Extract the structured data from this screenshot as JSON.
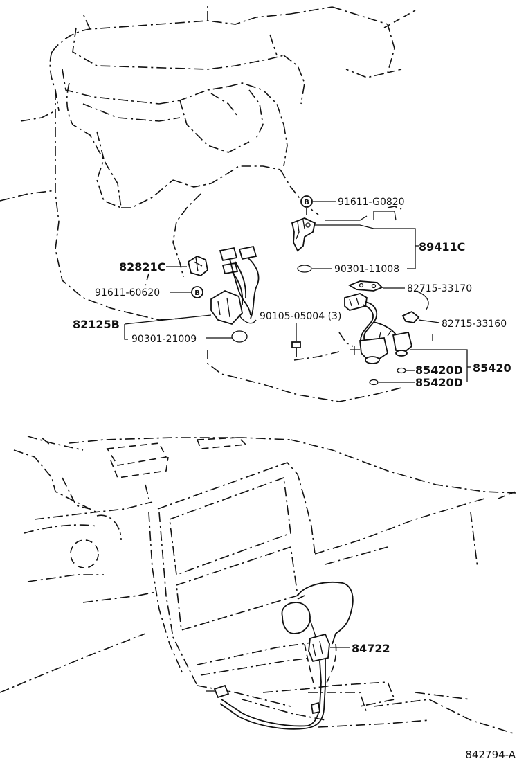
{
  "diagram": {
    "reference": "842794-A",
    "labels": {
      "p91611_G0820": "91611-G0820",
      "p89411C": "89411C",
      "p90301_11008": "90301-11008",
      "p82715_33170": "82715-33170",
      "p82715_33160": "82715-33160",
      "p82821C": "82821C",
      "p91611_60620": "91611-60620",
      "p82125B": "82125B",
      "p90301_21009": "90301-21009",
      "p90105_05004": "90105-05004 (3)",
      "p85420D_a": "85420D",
      "p85420D_b": "85420D",
      "p85420": "85420",
      "p84722": "84722"
    },
    "symbols": {
      "bolt_a": "B",
      "bolt_b": "B"
    }
  }
}
